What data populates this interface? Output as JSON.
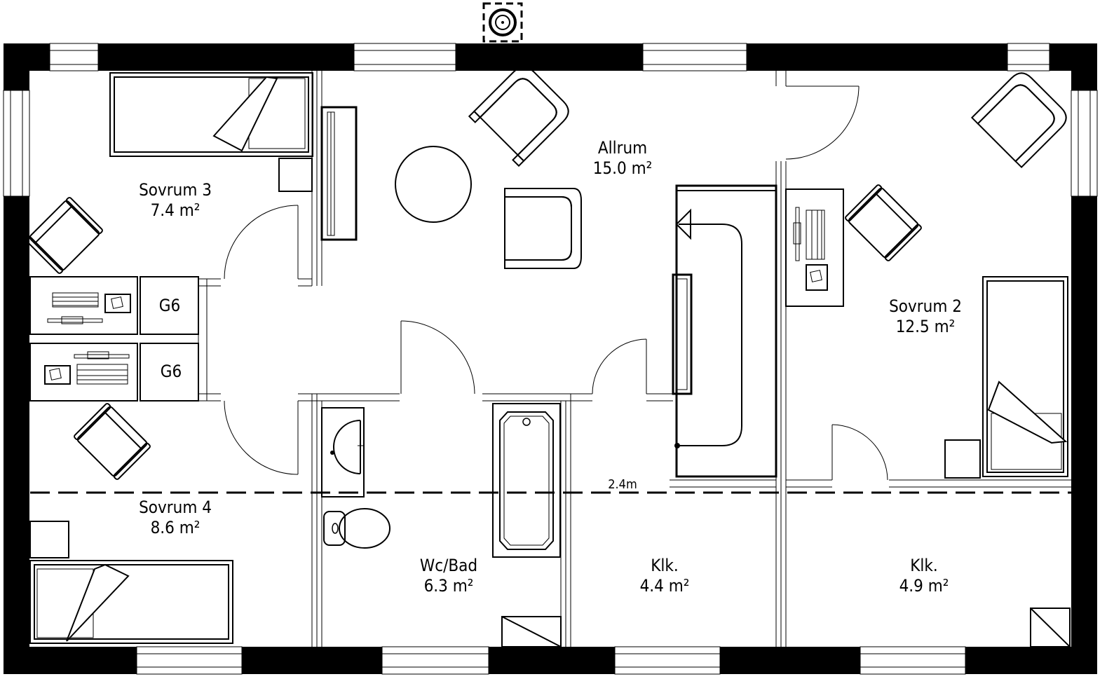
{
  "rooms": {
    "sovrum3": {
      "name": "Sovrum 3",
      "area": "7.4 m²"
    },
    "allrum": {
      "name": "Allrum",
      "area": "15.0 m²"
    },
    "sovrum2": {
      "name": "Sovrum 2",
      "area": "12.5 m²"
    },
    "sovrum4": {
      "name": "Sovrum 4",
      "area": "8.6 m²"
    },
    "wcbad": {
      "name": "Wc/Bad",
      "area": "6.3 m²"
    },
    "klk1": {
      "name": "Klk.",
      "area": "4.4 m²"
    },
    "klk2": {
      "name": "Klk.",
      "area": "4.9 m²"
    }
  },
  "cabinets": {
    "top": "G6",
    "bottom": "G6"
  },
  "dimension": {
    "height_line": "2.4m"
  },
  "icons": [
    "fireplace-icon",
    "bed-icon",
    "armchair-icon",
    "round-table-icon",
    "sofa-icon",
    "desk-icon",
    "sink-icon",
    "toilet-icon",
    "bathtub-icon",
    "closet-icon",
    "door-swing-icon",
    "window-icon"
  ],
  "colors": {
    "walls": "#000000",
    "background": "#ffffff"
  }
}
